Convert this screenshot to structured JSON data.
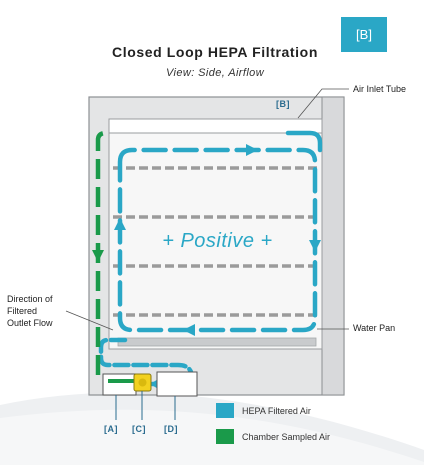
{
  "badge": "[B]",
  "header": {
    "title": "Closed Loop HEPA Filtration",
    "subtitle": "View: Side, Airflow"
  },
  "labels": {
    "air_inlet_tube": "Air Inlet Tube",
    "water_pan": "Water Pan",
    "direction_line1": "Direction of",
    "direction_line2": "Filtered",
    "direction_line3": "Outlet Flow"
  },
  "chamber_text": "+ Positive +",
  "tags": {
    "b": "[B]",
    "a": "[A]",
    "c": "[C]",
    "d": "[D]"
  },
  "legend": {
    "hepa": {
      "label": "HEPA Filtered Air",
      "color": "#2aa7c6"
    },
    "sampled": {
      "label": "Chamber Sampled Air",
      "color": "#1a9a4a"
    }
  }
}
